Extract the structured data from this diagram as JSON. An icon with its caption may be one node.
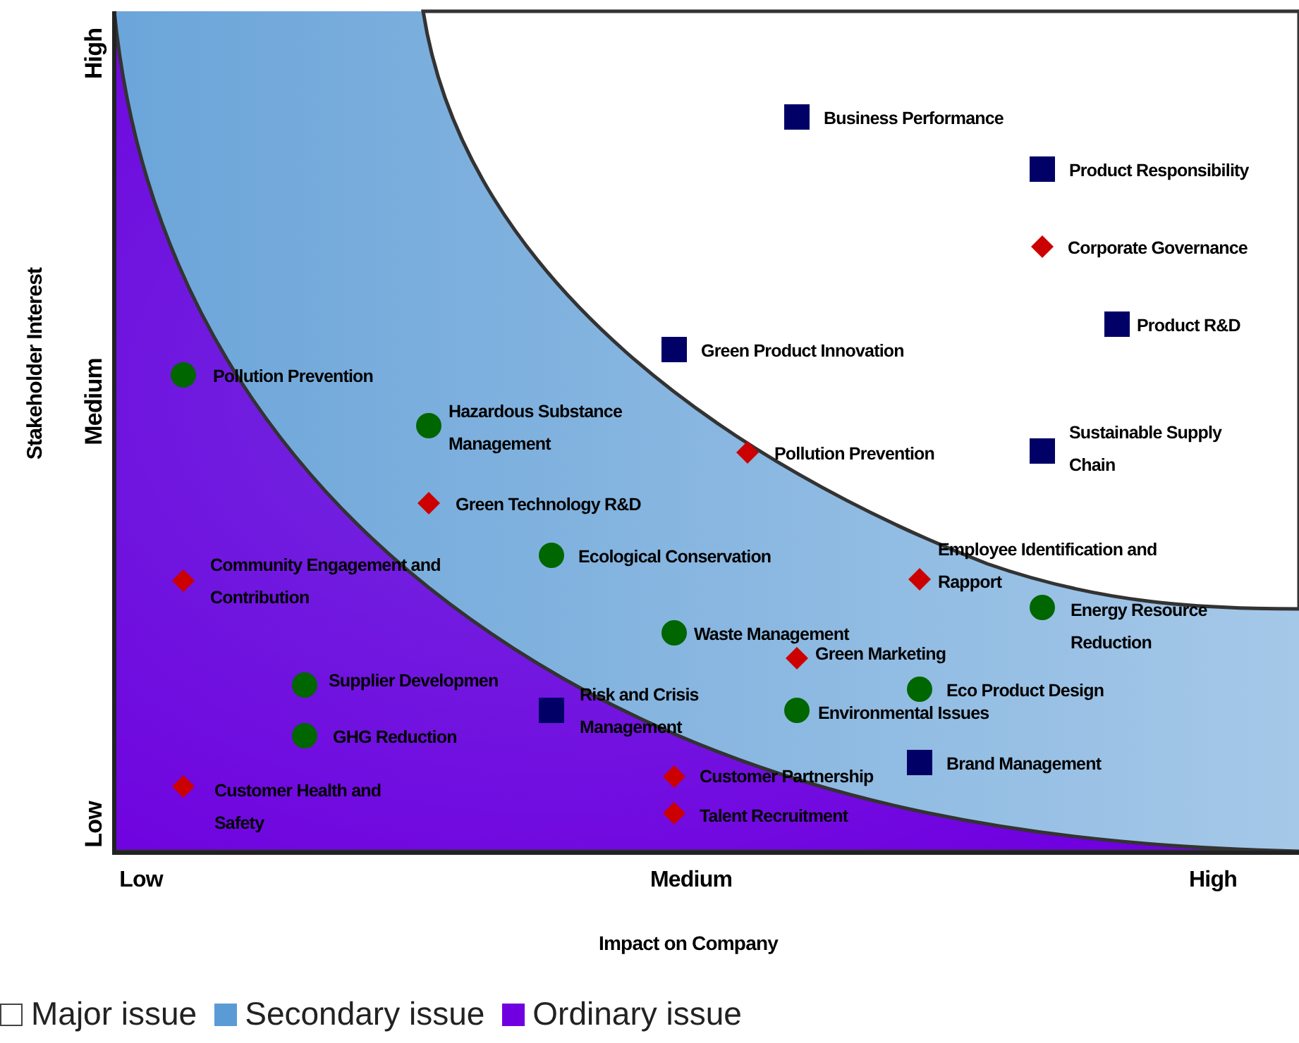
{
  "diagram": {
    "nodes": [
      {
        "text": [],
        "shape": "box",
        "beside": [
          "Business Performance"
        ]
      },
      {
        "text": [],
        "shape": "box",
        "beside": [
          "Product Responsibility"
        ]
      },
      {
        "text": [],
        "shape": "diamond",
        "beside": [
          "Corporate Governance"
        ]
      },
      {
        "text": [],
        "shape": "box",
        "beside": [
          "Product R&D"
        ]
      },
      {
        "text": [],
        "shape": "box",
        "beside": [
          "Green Product Innovation"
        ]
      },
      {
        "text": [],
        "shape": "circle",
        "beside": [
          "Pollution Prevention"
        ]
      },
      {
        "text": [],
        "shape": "circle",
        "beside": [
          "Hazardous Substance Management"
        ]
      },
      {
        "text": [],
        "shape": "diamond",
        "beside": [
          "Pollution Prevention"
        ]
      },
      {
        "text": [],
        "shape": "box",
        "beside": [
          "Sustainable Supply Chain"
        ]
      },
      {
        "text": [],
        "shape": "diamond",
        "beside": [
          "Green Technology R&D"
        ]
      },
      {
        "text": [],
        "shape": "circle",
        "beside": [
          "Ecological Conservation"
        ]
      },
      {
        "text": [],
        "shape": "diamond",
        "beside": [
          "Employee Identification and Rapport"
        ]
      },
      {
        "text": [],
        "shape": "diamond",
        "beside": [
          "Community Engagement and Contribution"
        ]
      },
      {
        "text": [],
        "shape": "circle",
        "beside": [
          "Energy Resource Reduction"
        ]
      },
      {
        "text": [],
        "shape": "circle",
        "beside": [
          "Waste Management"
        ]
      },
      {
        "text": [],
        "shape": "diamond",
        "beside": [
          "Green Marketing"
        ]
      },
      {
        "text": [],
        "shape": "circle",
        "beside": [
          "Supplier Developmen"
        ]
      },
      {
        "text": [],
        "shape": "circle",
        "beside": [
          "Eco Product Design"
        ]
      },
      {
        "text": [],
        "shape": "box",
        "beside": [
          "Risk and Crisis Management"
        ]
      },
      {
        "text": [],
        "shape": "circle",
        "beside": [
          "Environmental Issues"
        ]
      },
      {
        "text": [],
        "shape": "circle",
        "beside": [
          "GHG Reduction"
        ]
      },
      {
        "text": [],
        "shape": "box",
        "beside": [
          "Brand Management"
        ]
      },
      {
        "text": [],
        "shape": "diamond",
        "beside": [
          "Customer Partnership"
        ]
      },
      {
        "text": [],
        "shape": "diamond",
        "beside": [
          "Customer Health and Safety"
        ]
      },
      {
        "text": [],
        "shape": "diamond",
        "beside": [
          "Talent Recruitment"
        ]
      }
    ],
    "labels": [
      "High",
      "Medium",
      "Low",
      "Stakeholder Interest",
      "Low",
      "Medium",
      "High",
      "Impact on Company"
    ],
    "legend": [
      {
        "text": "Major issue",
        "color": "#ffffff"
      },
      {
        "text": "Secondary issue",
        "color": "#5b9bd5"
      },
      {
        "text": "Ordinary issue",
        "color": "#7000e0"
      }
    ]
  }
}
